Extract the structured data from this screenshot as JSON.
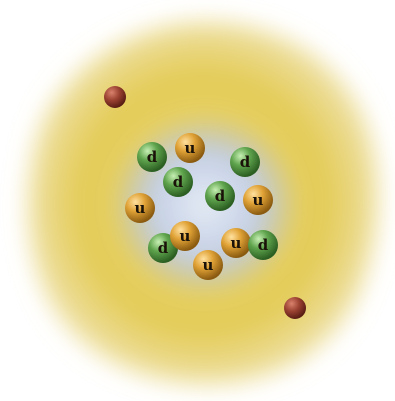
{
  "diagram": {
    "colors": {
      "background": "#ffffff",
      "electron_cloud": "#e6cf5a",
      "nucleus_glow": "#b9c6dd",
      "up_quark": "#d99a2c",
      "down_quark": "#5f9e4e",
      "electron": "#8a3a2a"
    },
    "quark_labels": {
      "up": "u",
      "down": "d"
    },
    "quarks": [
      {
        "type": "down"
      },
      {
        "type": "up"
      },
      {
        "type": "down"
      },
      {
        "type": "down"
      },
      {
        "type": "down"
      },
      {
        "type": "up"
      },
      {
        "type": "up"
      },
      {
        "type": "down"
      },
      {
        "type": "up"
      },
      {
        "type": "up"
      },
      {
        "type": "up"
      },
      {
        "type": "down"
      }
    ],
    "electron_count": 2
  }
}
